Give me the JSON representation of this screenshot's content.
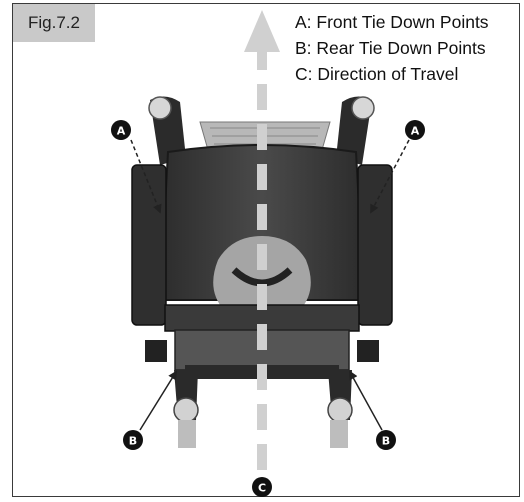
{
  "figure": {
    "label": "Fig.7.2",
    "legend": [
      "A: Front Tie Down Points",
      "B: Rear Tie Down Points",
      "C: Direction of Travel"
    ],
    "markers": {
      "front_left": "A",
      "front_right": "A",
      "rear_left": "B",
      "rear_right": "B",
      "travel": "C"
    }
  }
}
